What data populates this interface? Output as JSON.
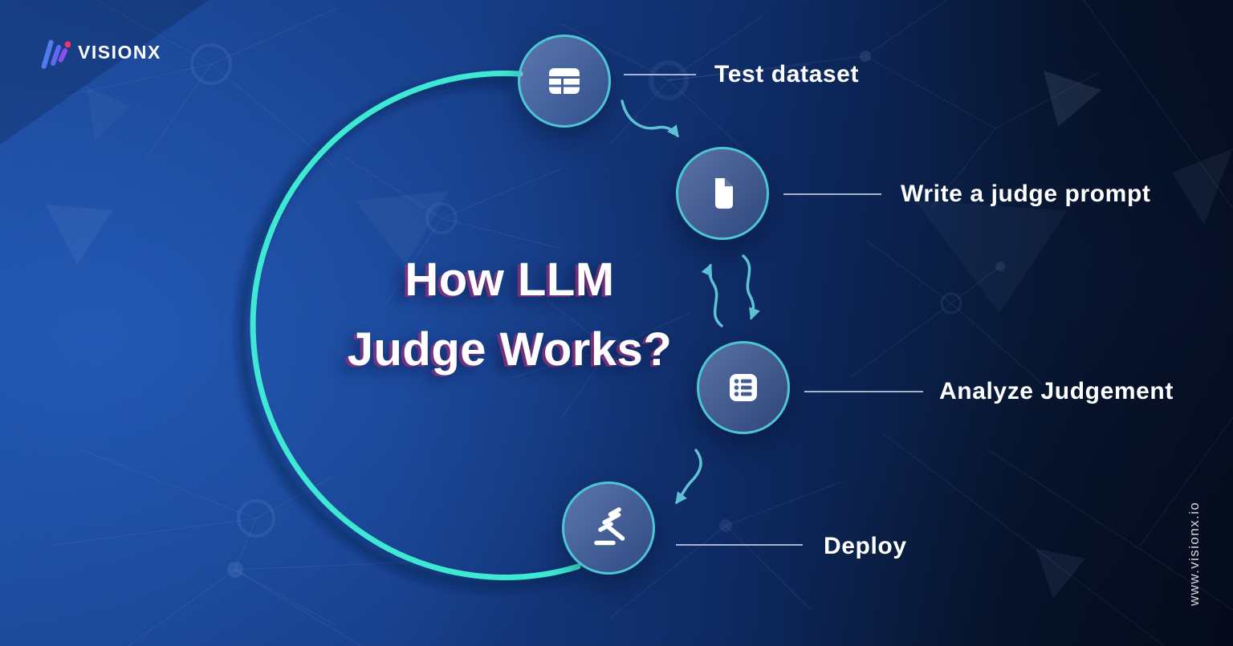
{
  "brand": {
    "name": "VISIONX",
    "website": "www.visionx.io"
  },
  "title": {
    "line1": "How LLM",
    "line2": "Judge Works?"
  },
  "steps": [
    {
      "label": "Test dataset",
      "icon": "table-icon"
    },
    {
      "label": "Write a judge prompt",
      "icon": "document-icon"
    },
    {
      "label": "Analyze Judgement",
      "icon": "list-icon"
    },
    {
      "label": "Deploy",
      "icon": "gavel-icon"
    }
  ],
  "colors": {
    "accent_teal_arc": "#3DE9D3",
    "arrow_teal": "#5FC2D4",
    "node_border": "#4CC5D4",
    "connector_line": "#BFCDE4",
    "title_shadow_pink": "#C22E7B",
    "background_left": "#1B4795",
    "background_right": "#060E23",
    "label_text": "#FFFFFF"
  }
}
